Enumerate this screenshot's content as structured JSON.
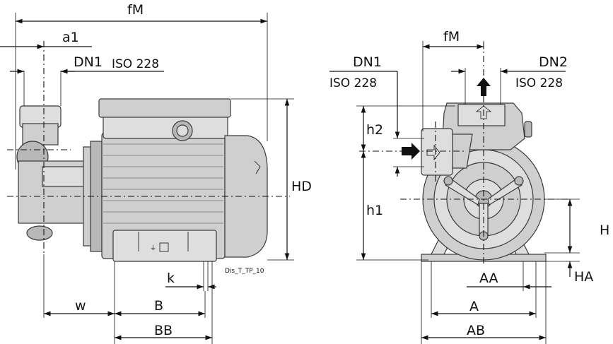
{
  "drawing_id": "Dis_T_TP_10",
  "side_view": {
    "fM": "fM",
    "a1": "a1",
    "DN1": "DN1",
    "DN1_std": "ISO 228",
    "HD": "HD",
    "k": "k",
    "w": "w",
    "B": "B",
    "BB": "BB"
  },
  "front_view": {
    "fM": "fM",
    "DN1": "DN1",
    "DN1_std": "ISO 228",
    "DN2": "DN2",
    "DN2_std": "ISO 228",
    "h2": "h2",
    "h1": "h1",
    "H": "H",
    "HA": "HA",
    "AA": "AA",
    "A": "A",
    "AB": "AB"
  },
  "colors": {
    "body": "#cfcfcf",
    "outline": "#3a3a3a",
    "dimension": "#111111"
  }
}
